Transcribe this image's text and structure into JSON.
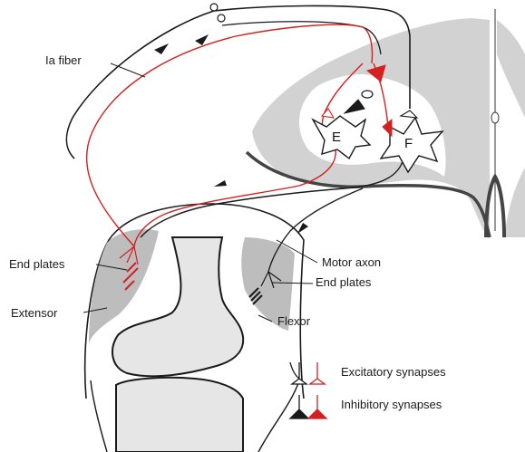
{
  "labels": {
    "ia_fiber": "Ia fiber",
    "end_plates_left": "End plates",
    "motor_axon": "Motor axon",
    "end_plates_right": "End plates",
    "extensor": "Extensor",
    "flexor": "Flexor",
    "neuron_e": "E",
    "neuron_f": "F"
  },
  "legend": {
    "excitatory": "Excitatory synapses",
    "inhibitory": "Inhibitory synapses"
  },
  "colors": {
    "grey_matter": "#d2d2d2",
    "bone_fill": "#e6e6e6",
    "muscle": "#bdbdbd",
    "line": "#1a1a1a",
    "red": "#d42020"
  }
}
